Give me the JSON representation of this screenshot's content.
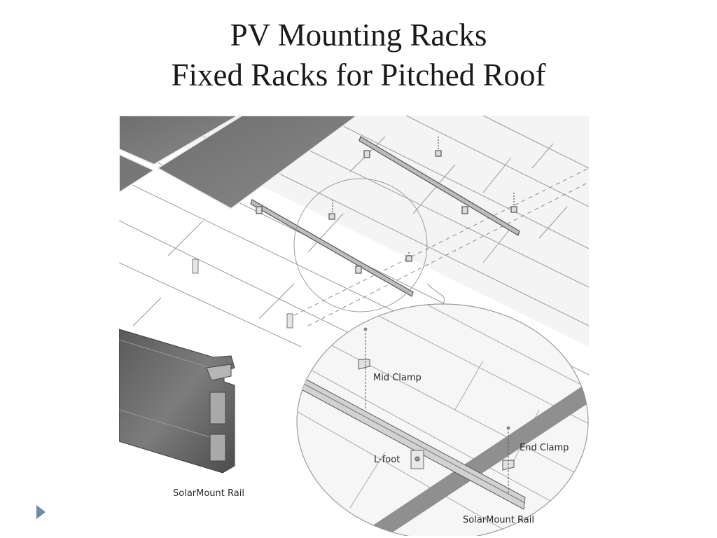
{
  "slide": {
    "title_line1": "PV Mounting Racks",
    "title_line2": "Fixed Racks for Pitched Roof"
  },
  "figure": {
    "labels": {
      "mid_clamp": "Mid Clamp",
      "end_clamp": "End Clamp",
      "l_foot": "L-foot",
      "solarmount_rail_detail": "SolarMount Rail",
      "solarmount_rail_profile": "SolarMount  Rail"
    }
  },
  "nav": {
    "icon": "triangle-right-icon",
    "color": "#6f8ab2"
  }
}
